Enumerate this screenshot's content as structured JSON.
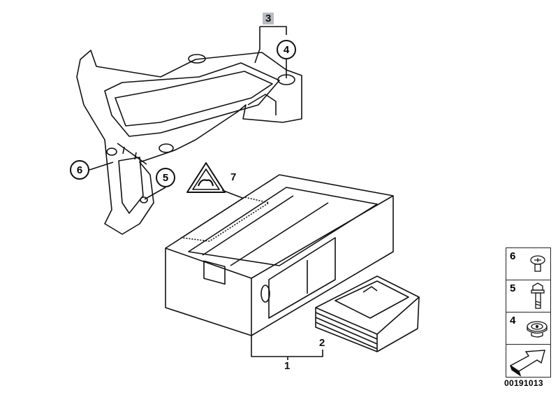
{
  "callouts": {
    "bracket_label": "3",
    "grommet": "4",
    "bolt": "5",
    "screw": "6",
    "warning_label": "7",
    "magazine": "2",
    "cd_changer": "1"
  },
  "legend": {
    "items": [
      {
        "number": "6",
        "icon": "screw-icon"
      },
      {
        "number": "5",
        "icon": "bolt-icon"
      },
      {
        "number": "4",
        "icon": "grommet-icon"
      },
      {
        "number": "",
        "icon": "arrow-icon"
      }
    ]
  },
  "diagram_id": "00191013",
  "colors": {
    "highlight": "#b9bcc2",
    "line": "#111111"
  }
}
